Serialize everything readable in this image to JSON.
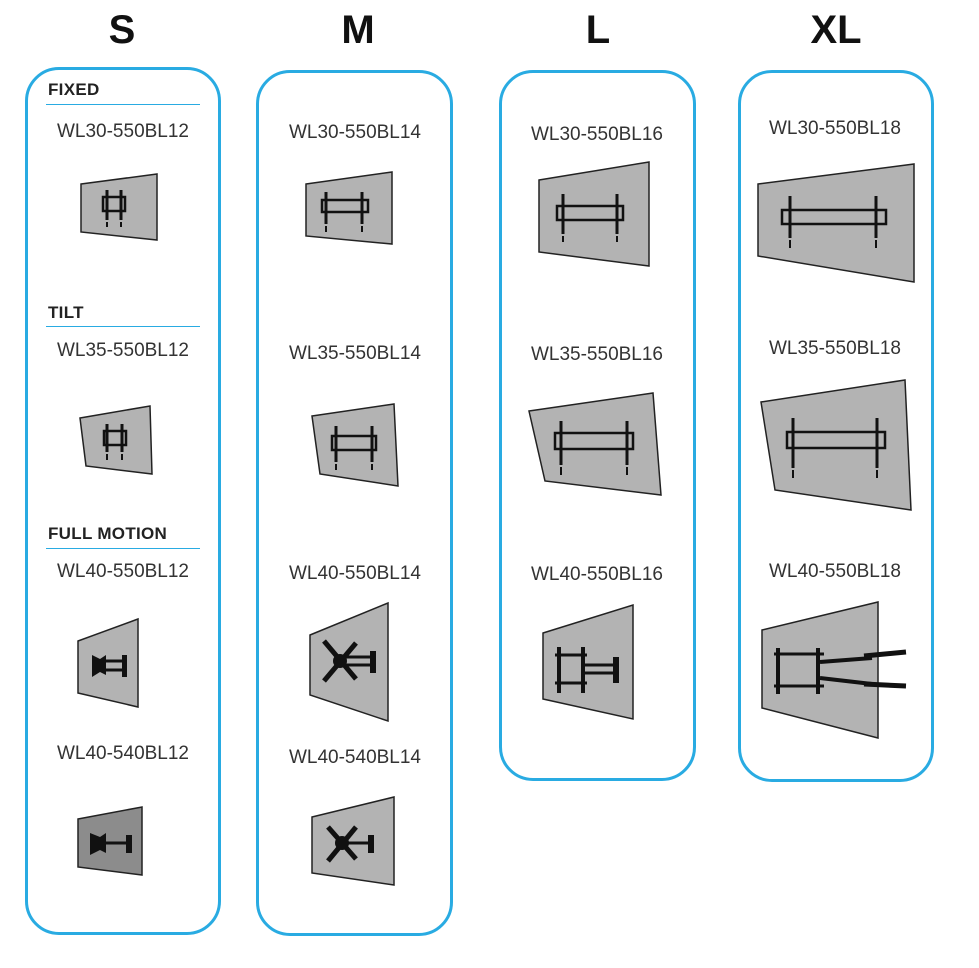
{
  "sizes": {
    "s": {
      "label": "S",
      "categories": {
        "fixed": "FIXED",
        "tilt": "TILT",
        "full_motion": "FULL MOTION"
      },
      "models": [
        "WL30-550BL12",
        "WL35-550BL12",
        "WL40-550BL12",
        "WL40-540BL12"
      ]
    },
    "m": {
      "label": "M",
      "models": [
        "WL30-550BL14",
        "WL35-550BL14",
        "WL40-550BL14",
        "WL40-540BL14"
      ]
    },
    "l": {
      "label": "L",
      "models": [
        "WL30-550BL16",
        "WL35-550BL16",
        "WL40-550BL16"
      ]
    },
    "xl": {
      "label": "XL",
      "models": [
        "WL30-550BL18",
        "WL35-550BL18",
        "WL40-550BL18"
      ]
    }
  },
  "colors": {
    "accent": "#29abe2",
    "panel": "#b3b3b3",
    "bracket": "#111111"
  },
  "icons": [
    "fixed-mount-icon",
    "tilt-mount-icon",
    "full-motion-mount-icon",
    "articulating-mount-icon"
  ]
}
